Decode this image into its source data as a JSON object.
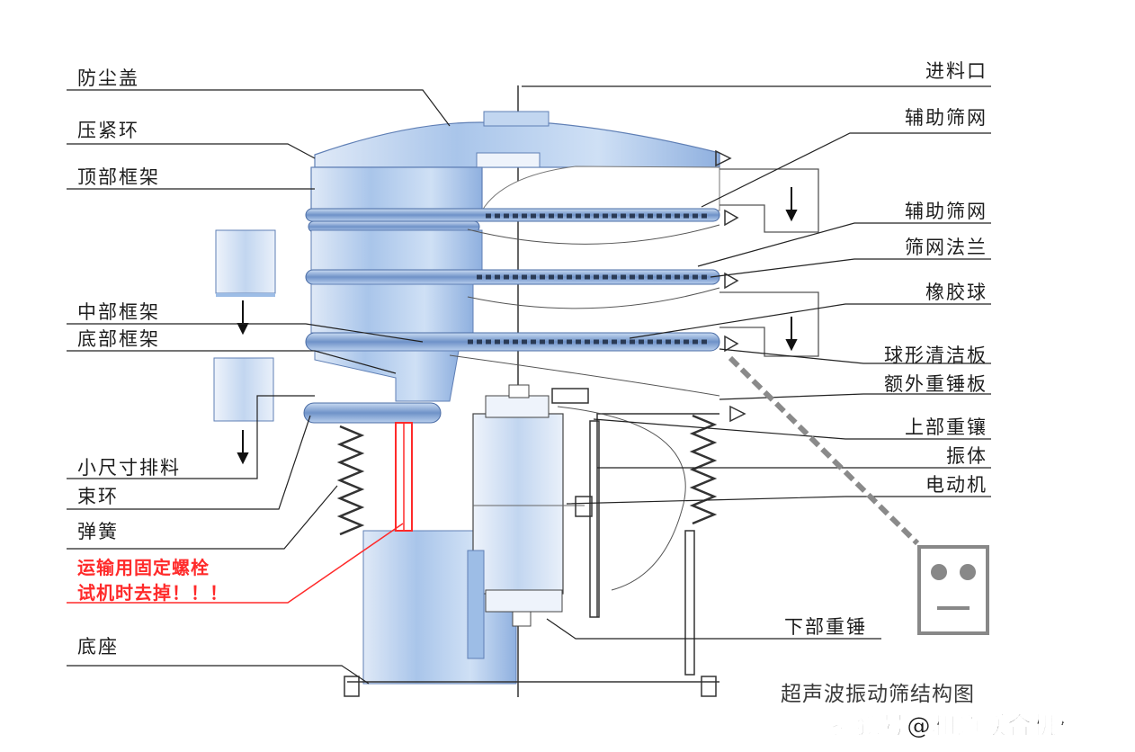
{
  "left_labels": [
    {
      "text": "防尘盖"
    },
    {
      "text": "压紧环"
    },
    {
      "text": "顶部框架"
    },
    {
      "text": "中部框架"
    },
    {
      "text": "底部框架"
    },
    {
      "text": "小尺寸排料"
    },
    {
      "text": "束环"
    },
    {
      "text": "弹簧"
    },
    {
      "text": "底座"
    }
  ],
  "warning": {
    "line1": "运输用固定螺栓",
    "line2": "试机时去掉！！！",
    "color": "#ff2a2a"
  },
  "right_labels": [
    {
      "text": "进料口"
    },
    {
      "text": "辅助筛网"
    },
    {
      "text": "辅助筛网"
    },
    {
      "text": "筛网法兰"
    },
    {
      "text": "橡胶球"
    },
    {
      "text": "球形清洁板"
    },
    {
      "text": "额外重锤板"
    },
    {
      "text": "上部重镶"
    },
    {
      "text": "振体"
    },
    {
      "text": "电动机"
    },
    {
      "text": "下部重锤"
    }
  ],
  "caption": "超声波振动筛结构图",
  "watermark": "搜狐号@和道联合机械",
  "colors": {
    "frame_blue": "#cfe0f5",
    "frame_mid": "#9dbde6",
    "frame_dark": "#5f7fb5",
    "line": "#1e1e1e",
    "screen": "#2a3a55"
  },
  "icons": {
    "robot": "robot-face-icon",
    "arrow": "arrow-down-icon"
  }
}
